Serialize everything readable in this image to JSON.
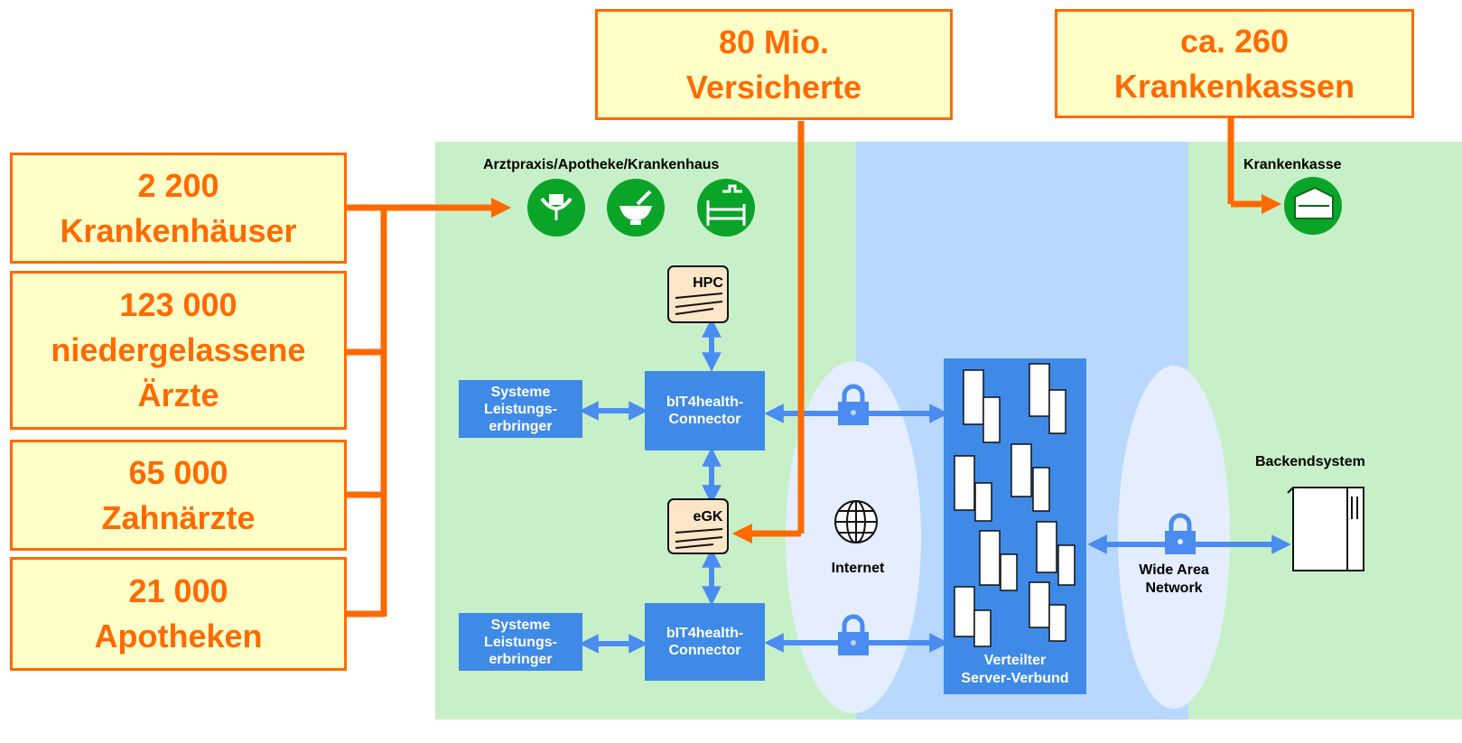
{
  "callouts": {
    "versicherte": [
      "80 Mio.",
      "Versicherte"
    ],
    "krankenkassen": [
      "ca. 260",
      "Krankenkassen"
    ],
    "krankenhaeuser": [
      "2 200",
      "Krankenhäuser"
    ],
    "aerzte": [
      "123 000",
      "niedergelassene",
      "Ärzte"
    ],
    "zahnaerzte": [
      "65 000",
      "Zahnärzte"
    ],
    "apotheken": [
      "21 000",
      "Apotheken"
    ]
  },
  "labels": {
    "arztpraxis": "Arztpraxis/Apotheke/Krankenhaus",
    "krankenkasse": "Krankenkasse",
    "hpc": "HPC",
    "egk": "eGK",
    "internet": "Internet",
    "wan": [
      "Wide Area",
      "Network"
    ],
    "backend": "Backendsystem",
    "server": [
      "Verteilter",
      "Server-Verbund"
    ]
  },
  "boxes": {
    "systeme_top": [
      "Systeme",
      "Leistungs-",
      "erbringer"
    ],
    "connector_top": [
      "bIT4health-",
      "Connector"
    ],
    "systeme_bottom": [
      "Systeme",
      "Leistungs-",
      "erbringer"
    ],
    "connector_bottom": [
      "bIT4health-",
      "Connector"
    ]
  },
  "icons": {
    "doctor": "stethoscope-icon",
    "pharmacy": "mortar-pestle-icon",
    "hospital": "hospital-bed-icon",
    "insurance": "insurance-folder-icon",
    "lock": "lock-icon",
    "globe": "globe-icon",
    "server": "server-icon"
  },
  "colors": {
    "orange": "#ff6a00",
    "callout_fill": "#ffffc8",
    "green_zone": "#c8f0c8",
    "blue_zone": "#b8d8ff",
    "box_blue": "#3f8ae6",
    "arrow_blue": "#4a8cf0"
  }
}
